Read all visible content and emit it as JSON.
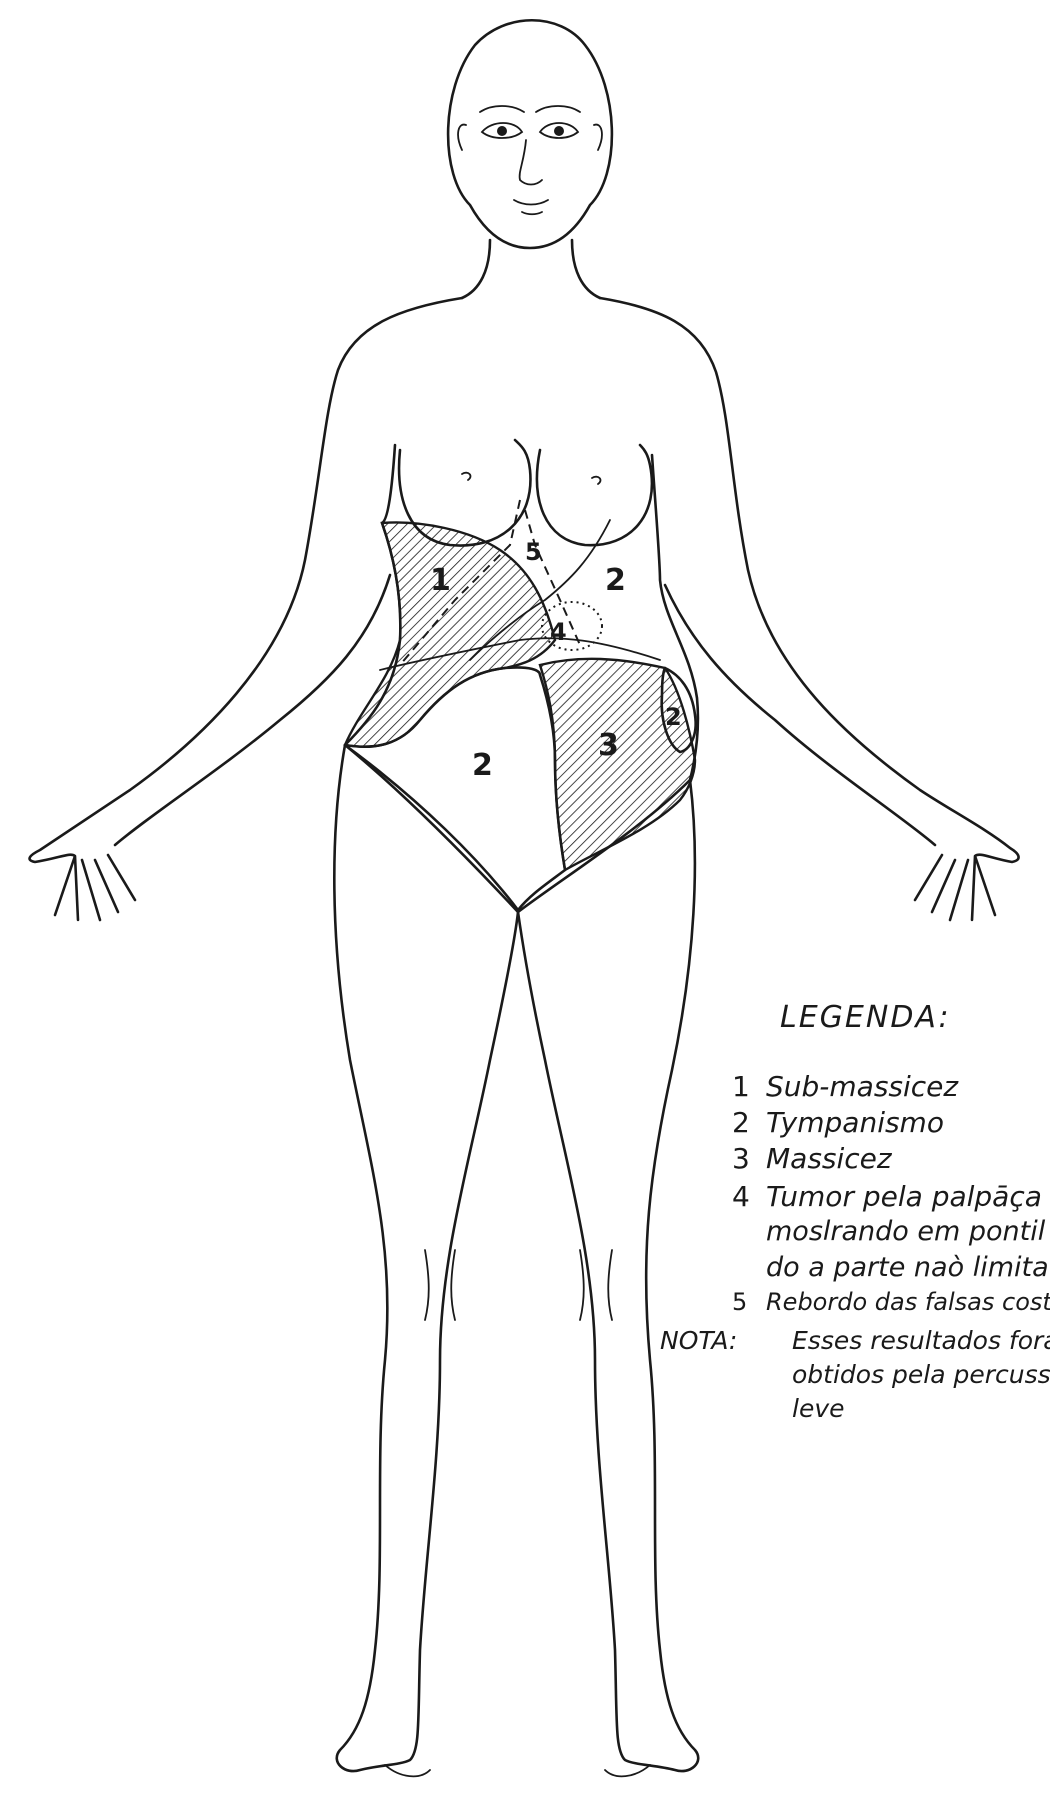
{
  "colors": {
    "ink": "#1a1a1a",
    "paper": "#ffffff"
  },
  "figure": {
    "regions": [
      {
        "number": "1",
        "meaning": "sub-massicez"
      },
      {
        "number": "2",
        "meaning": "tympanismo"
      },
      {
        "number": "2",
        "meaning": "tympanismo"
      },
      {
        "number": "3",
        "meaning": "massicez"
      },
      {
        "number": "2",
        "meaning": "tympanismo"
      },
      {
        "number": "4",
        "meaning": "tumor"
      },
      {
        "number": "5",
        "meaning": "rebordo"
      }
    ]
  },
  "legend": {
    "title": "LEGENDA:",
    "items": [
      {
        "num": "1",
        "text": "Sub-massicez"
      },
      {
        "num": "2",
        "text": "Tympanismo"
      },
      {
        "num": "3",
        "text": "Massicez"
      },
      {
        "num": "4",
        "text": "Tumor pela palpāça"
      },
      {
        "num": "",
        "text": "moslrando em pontil"
      },
      {
        "num": "",
        "text": "do a parte naò limitav"
      },
      {
        "num": "5",
        "text": "Rebordo das falsas cost"
      }
    ],
    "note_label": "NOTA:",
    "note_lines": [
      "Esses resultados fora",
      "obtidos pela percussā",
      "leve"
    ]
  }
}
